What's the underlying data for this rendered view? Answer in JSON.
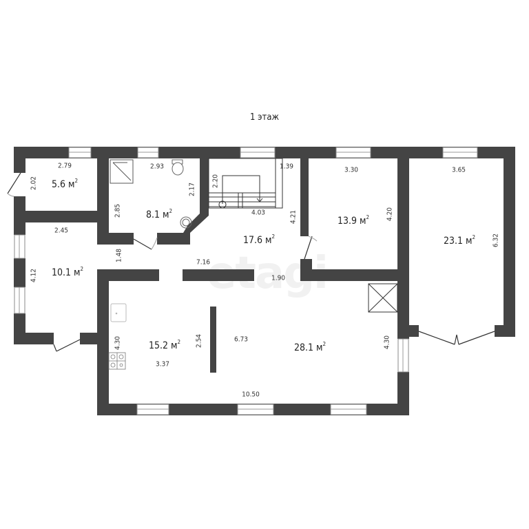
{
  "floor_title": "1 этаж",
  "watermark": "etagi",
  "colors": {
    "wall": "#444444",
    "line": "#333333",
    "background": "#ffffff"
  },
  "rooms": [
    {
      "id": "vestibule",
      "area": "5.6",
      "unit": "м",
      "dims": [
        "2.79",
        "2.02"
      ]
    },
    {
      "id": "bathroom",
      "area": "8.1",
      "unit": "м",
      "dims": [
        "2.93",
        "2.85",
        "2.17"
      ]
    },
    {
      "id": "hall",
      "area": "17.6",
      "unit": "м",
      "dims": [
        "1.39",
        "2.20",
        "4.03",
        "4.21",
        "7.16",
        "1.90"
      ]
    },
    {
      "id": "bedroom-1",
      "area": "13.9",
      "unit": "м",
      "dims": [
        "3.30",
        "4.20"
      ]
    },
    {
      "id": "bedroom-2",
      "area": "23.1",
      "unit": "м",
      "dims": [
        "3.65",
        "6.32"
      ]
    },
    {
      "id": "room-left",
      "area": "10.1",
      "unit": "м",
      "dims": [
        "2.45",
        "4.12",
        "1.48"
      ]
    },
    {
      "id": "kitchen",
      "area": "15.2",
      "unit": "м",
      "dims": [
        "4.30",
        "3.37",
        "2.54"
      ]
    },
    {
      "id": "living",
      "area": "28.1",
      "unit": "м",
      "dims": [
        "6.73",
        "4.30",
        "10.50"
      ]
    }
  ],
  "labels": {
    "d_279": "2.79",
    "d_202": "2.02",
    "d_293": "2.93",
    "d_285": "2.85",
    "d_217": "2.17",
    "d_139": "1.39",
    "d_220": "2.20",
    "d_403": "4.03",
    "d_421": "4.21",
    "d_330": "3.30",
    "d_420": "4.20",
    "d_365": "3.65",
    "d_632": "6.32",
    "d_245": "2.45",
    "d_412": "4.12",
    "d_148": "1.48",
    "d_716": "7.16",
    "d_190": "1.90",
    "d_430a": "4.30",
    "d_337": "3.37",
    "d_254": "2.54",
    "d_673": "6.73",
    "d_430b": "4.30",
    "d_1050": "10.50",
    "a_vest": "5.6 м",
    "a_bath": "8.1 м",
    "a_hall": "17.6 м",
    "a_bed1": "13.9 м",
    "a_bed2": "23.1 м",
    "a_left": "10.1 м",
    "a_kitchen": "15.2 м",
    "a_living": "28.1 м",
    "sq": "2"
  }
}
